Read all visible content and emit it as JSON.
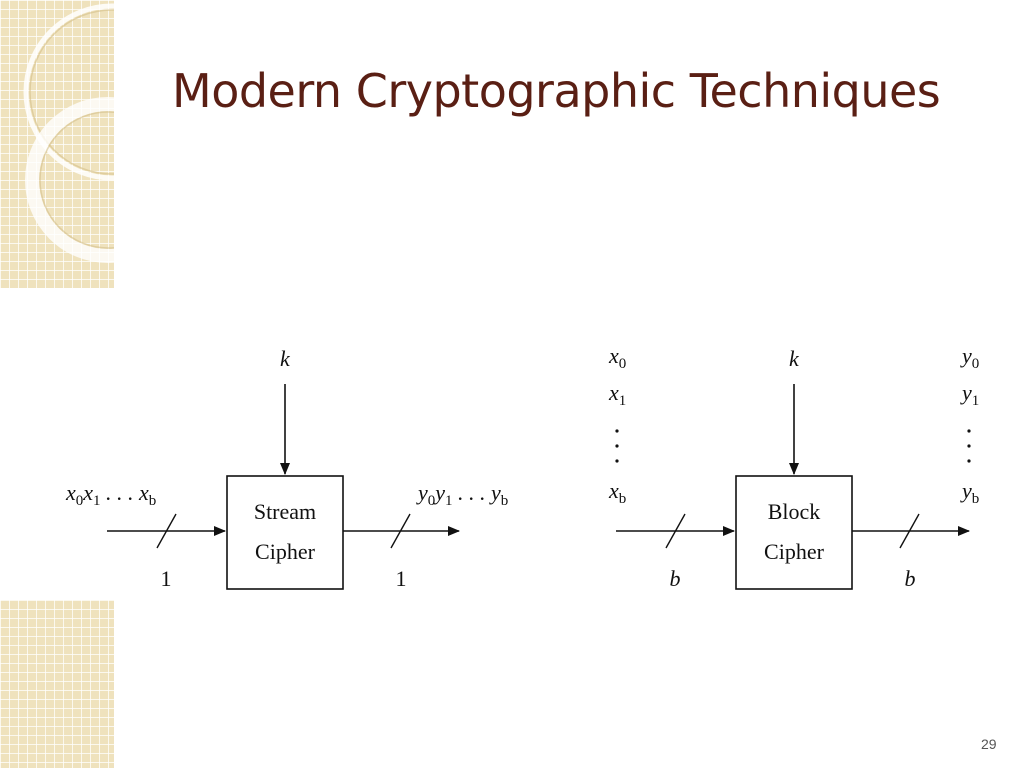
{
  "slide": {
    "title": "Modern Cryptographic Techniques",
    "page_number": "29"
  },
  "stream": {
    "key": "k",
    "box_line1": "Stream",
    "box_line2": "Cipher",
    "input": [
      "x",
      "0",
      "x",
      "1",
      " . . . ",
      "x",
      "b"
    ],
    "output": [
      "y",
      "0",
      "y",
      "1",
      " . . . ",
      "y",
      "b"
    ],
    "in_width": "1",
    "out_width": "1"
  },
  "block": {
    "key": "k",
    "box_line1": "Block",
    "box_line2": "Cipher",
    "inputs": [
      {
        "var": "x",
        "sub": "0"
      },
      {
        "var": "x",
        "sub": "1"
      },
      {
        "var": "x",
        "sub": "b"
      }
    ],
    "outputs": [
      {
        "var": "y",
        "sub": "0"
      },
      {
        "var": "y",
        "sub": "1"
      },
      {
        "var": "y",
        "sub": "b"
      }
    ],
    "in_width": "b",
    "out_width": "b"
  },
  "colors": {
    "title": "#5a1f14",
    "decoration": "#efe2bd",
    "line": "#111111"
  }
}
